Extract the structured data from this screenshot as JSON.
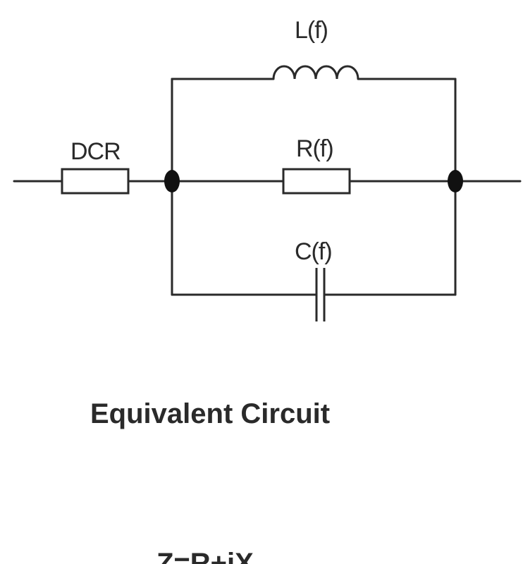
{
  "components": {
    "dcr": {
      "label": "DCR"
    },
    "inductor": {
      "label": "L(f)"
    },
    "resistor": {
      "label": "R(f)"
    },
    "capacitor": {
      "label": "C(f)"
    }
  },
  "caption": "Equivalent Circuit",
  "formula": "Z=R+jX"
}
